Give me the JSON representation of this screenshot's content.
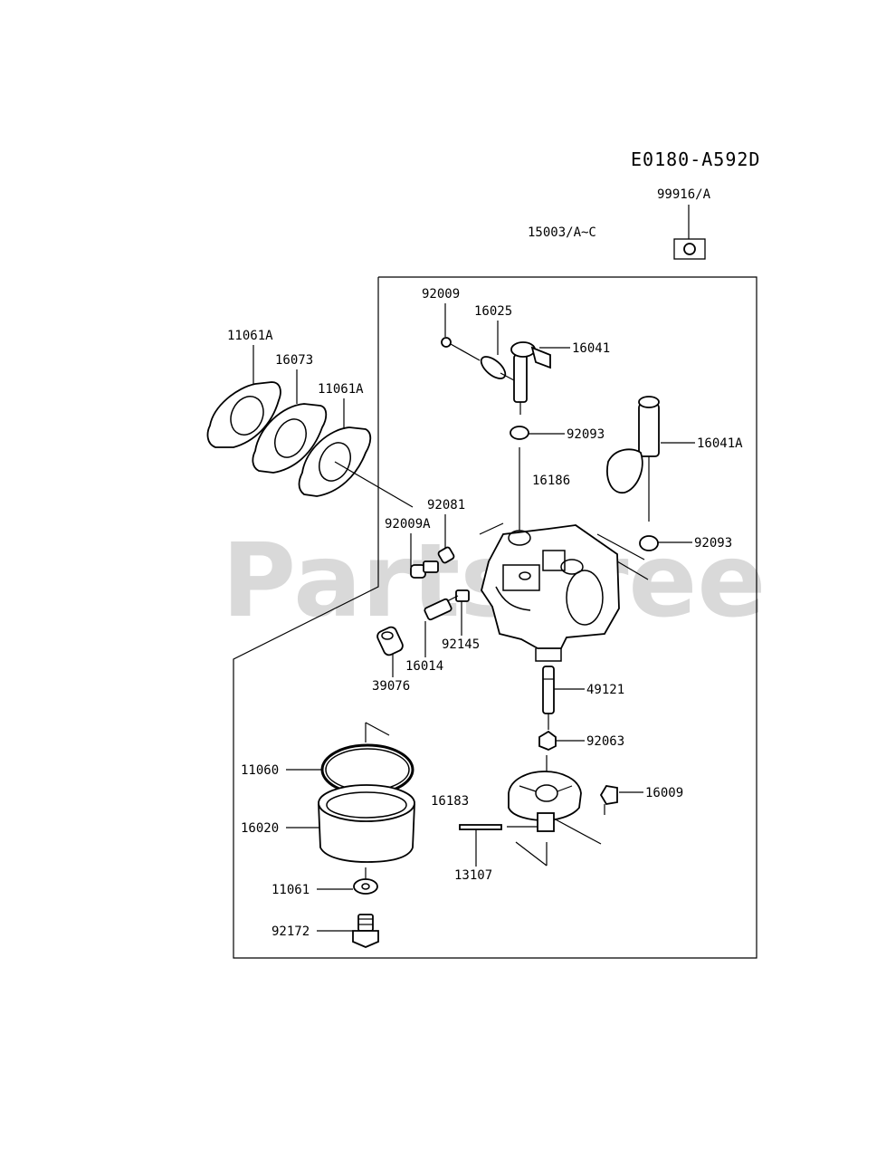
{
  "diagram_code": "E0180-A592D",
  "watermark": "PartsTree",
  "labels": {
    "l99916A": "99916/A",
    "l15003": "15003/A~C",
    "l92009": "92009",
    "l16025": "16025",
    "l16041": "16041",
    "l92093a": "92093",
    "l16041A": "16041A",
    "l16186": "16186",
    "l92093b": "92093",
    "l11061Aa": "11061A",
    "l16073": "16073",
    "l11061Ab": "11061A",
    "l92081": "92081",
    "l92009A": "92009A",
    "l92145": "92145",
    "l16014": "16014",
    "l39076": "39076",
    "l49121": "49121",
    "l92063": "92063",
    "l11060": "11060",
    "l16183": "16183",
    "l16009": "16009",
    "l16020": "16020",
    "l13107": "13107",
    "l11061": "11061",
    "l92172": "92172"
  }
}
